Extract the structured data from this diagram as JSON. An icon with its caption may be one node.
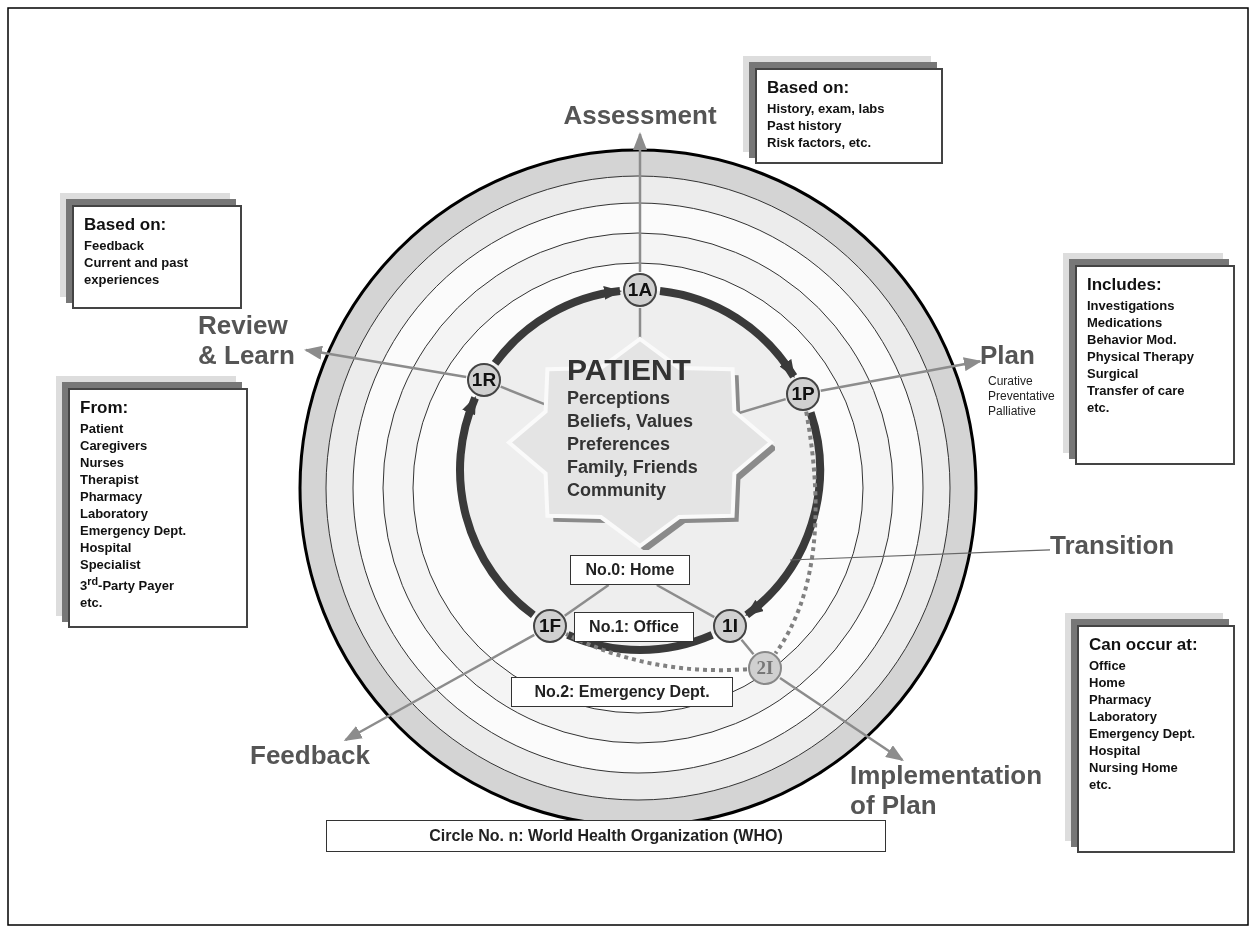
{
  "diagram": {
    "nodes": [
      {
        "text": [
          "Based on:",
          "History, exam, labs",
          "Past history",
          "Risk factors, etc."
        ]
      },
      {
        "text": [
          "Assessment"
        ]
      },
      {
        "text": [
          "Based on:",
          "Feedback",
          "Current and past experiences"
        ]
      },
      {
        "text": [
          "Review & Learn"
        ]
      },
      {
        "text": [
          "1A"
        ]
      },
      {
        "text": [
          "Plan"
        ],
        "beside": [
          "Curative",
          "Preventative",
          "Palliative"
        ]
      },
      {
        "text": [
          "Includes:",
          "Investigations",
          "Medications",
          "Behavior Mod.",
          "Physical Therapy",
          "Surgical",
          "Transfer of care",
          "etc."
        ]
      },
      {
        "text": [
          "1R"
        ]
      },
      {
        "text": [
          "PATIENT",
          "Perceptions",
          "Beliefs, Values",
          "Preferences",
          "Family, Friends",
          "Community"
        ]
      },
      {
        "text": [
          "1P"
        ]
      },
      {
        "text": [
          "Transition"
        ]
      },
      {
        "text": [
          "From:",
          "Patient",
          "Caregivers",
          "Nurses",
          "Therapist",
          "Pharmacy",
          "Laboratory",
          "Emergency Dept.",
          "Hospital",
          "Specialist",
          "3$^{rd}$-Party Payer",
          "etc."
        ]
      },
      {
        "text": [
          "No.0: Home"
        ]
      },
      {
        "text": [
          "1F"
        ]
      },
      {
        "text": [
          "1I"
        ]
      },
      {
        "text": [
          "No.1: Office"
        ]
      },
      {
        "text": [
          "2I"
        ]
      },
      {
        "text": [
          "No.2: Emergency Dept."
        ]
      },
      {
        "text": [
          "Feedback"
        ]
      },
      {
        "text": [
          "Can occur at:",
          "Office",
          "Home",
          "Pharmacy",
          "Laboratory",
          "Emergency Dept.",
          "Hospital",
          "Nursing Home",
          "etc."
        ]
      },
      {
        "text": [
          "Implementation of Plan"
        ]
      },
      {
        "text": [
          "Circle No. n: World Health Organization (WHO)"
        ]
      }
    ],
    "edges": [
      {
        "from": 8,
        "to": 4,
        "arrow": "none"
      },
      {
        "from": 4,
        "to": 1,
        "arrow": "to"
      },
      {
        "from": 8,
        "to": 7,
        "arrow": "none"
      },
      {
        "from": 7,
        "to": 3,
        "arrow": "to"
      },
      {
        "from": 8,
        "to": 9,
        "arrow": "none"
      },
      {
        "from": 9,
        "to": 5,
        "arrow": "to"
      },
      {
        "from": 12,
        "to": 14,
        "arrow": "none"
      },
      {
        "from": 14,
        "to": 16,
        "arrow": "none"
      },
      {
        "from": 16,
        "to": 20,
        "arrow": "to"
      },
      {
        "from": 12,
        "to": 13,
        "arrow": "none"
      },
      {
        "from": 13,
        "to": 18,
        "arrow": "to"
      },
      {
        "from": 4,
        "to": 9,
        "arrow": "to",
        "style": "thick"
      },
      {
        "from": 9,
        "to": 14,
        "arrow": "to",
        "style": "thick"
      },
      {
        "from": 14,
        "to": 13,
        "arrow": "none",
        "style": "thick"
      },
      {
        "from": 13,
        "to": 7,
        "arrow": "to",
        "style": "thick"
      },
      {
        "from": 7,
        "to": 4,
        "arrow": "to",
        "style": "thick"
      },
      {
        "from": 9,
        "to": 16,
        "arrow": "none",
        "style": "dashed"
      },
      {
        "from": 16,
        "to": 13,
        "arrow": "none",
        "style": "dashed"
      },
      {
        "from": 10,
        "to": null,
        "arrow": "none"
      }
    ]
  }
}
